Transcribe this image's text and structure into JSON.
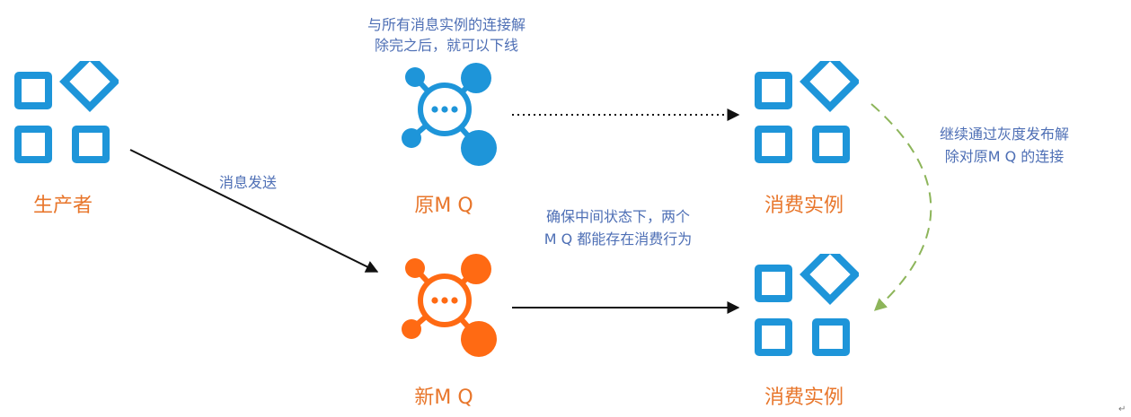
{
  "colors": {
    "primary_blue": "#1E95D9",
    "mq_orange": "#FF6A13",
    "label_orange": "#E8762B",
    "note_blue": "#4E6FB5",
    "arrow_black": "#111111",
    "arrow_green": "#8DB55A"
  },
  "icons": {
    "producer": "apps-grid-icon",
    "old_mq": "message-hub-icon",
    "new_mq": "message-hub-icon",
    "consumer": "apps-grid-icon"
  },
  "nodes": {
    "producer": {
      "label": "生产者"
    },
    "old_mq": {
      "label": "原M Q"
    },
    "new_mq": {
      "label": "新M Q"
    },
    "consumer_top": {
      "label": "消费实例"
    },
    "consumer_bottom": {
      "label": "消费实例"
    }
  },
  "notes": {
    "top": {
      "line1": "与所有消息实例的连接解",
      "line2": "除完之后，就可以下线"
    },
    "send": {
      "text": "消息发送"
    },
    "middle": {
      "line1": "确保中间状态下，两个",
      "line2": "M Q 都能存在消费行为"
    },
    "right": {
      "line1": "继续通过灰度发布解",
      "line2": "除对原M Q 的连接"
    }
  },
  "para_mark": "↵"
}
